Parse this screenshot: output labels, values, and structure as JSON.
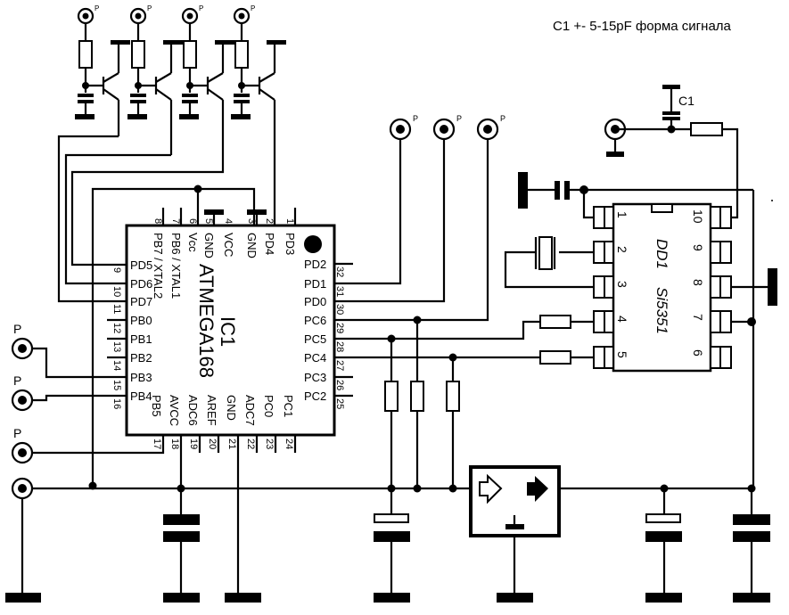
{
  "note": {
    "text": "C1 +- 5-15pF  форма сигнала"
  },
  "mcu": {
    "ref": "IC1",
    "part": "ATMEGA168",
    "top_pins": [
      {
        "num": "8",
        "name": "PB7 / XTAL2"
      },
      {
        "num": "7",
        "name": "PB6 / XTAL1"
      },
      {
        "num": "6",
        "name": "Vcc"
      },
      {
        "num": "5",
        "name": "GND"
      },
      {
        "num": "4",
        "name": "VCC"
      },
      {
        "num": "3",
        "name": "GND"
      },
      {
        "num": "2",
        "name": "PD4"
      },
      {
        "num": "1",
        "name": "PD3"
      }
    ],
    "left_pins": [
      {
        "num": "9",
        "name": "PD5"
      },
      {
        "num": "10",
        "name": "PD6"
      },
      {
        "num": "11",
        "name": "PD7"
      },
      {
        "num": "12",
        "name": "PB0"
      },
      {
        "num": "13",
        "name": "PB1"
      },
      {
        "num": "14",
        "name": "PB2"
      },
      {
        "num": "15",
        "name": "PB3"
      },
      {
        "num": "16",
        "name": "PB4"
      }
    ],
    "right_pins": [
      {
        "num": "32",
        "name": "PD2"
      },
      {
        "num": "31",
        "name": "PD1"
      },
      {
        "num": "30",
        "name": "PD0"
      },
      {
        "num": "29",
        "name": "PC6"
      },
      {
        "num": "28",
        "name": "PC5"
      },
      {
        "num": "27",
        "name": "PC4"
      },
      {
        "num": "26",
        "name": "PC3"
      },
      {
        "num": "25",
        "name": "PC2"
      }
    ],
    "bottom_pins": [
      {
        "num": "17",
        "name": "PB5"
      },
      {
        "num": "18",
        "name": "AVCC"
      },
      {
        "num": "19",
        "name": "ADC6"
      },
      {
        "num": "20",
        "name": "AREF"
      },
      {
        "num": "21",
        "name": "GND"
      },
      {
        "num": "22",
        "name": "ADC7"
      },
      {
        "num": "23",
        "name": "PC0"
      },
      {
        "num": "24",
        "name": "PC1"
      }
    ]
  },
  "clockgen": {
    "ref": "DD1",
    "part": "Si5351",
    "left_pins": [
      "1",
      "2",
      "3",
      "4",
      "5"
    ],
    "right_pins": [
      "10",
      "9",
      "8",
      "7",
      "6"
    ]
  },
  "connectors": {
    "label": "P"
  },
  "capacitors": {
    "c1_label": "C1"
  }
}
